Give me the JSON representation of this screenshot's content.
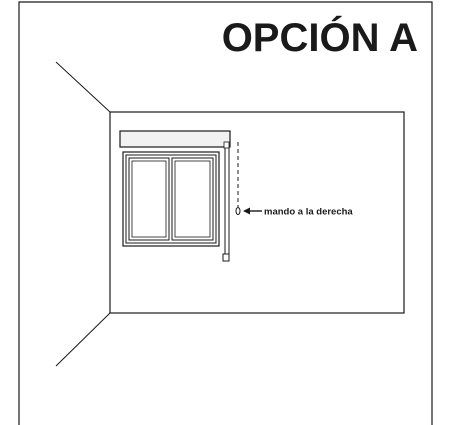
{
  "title": "OPCIÓN A",
  "annotation": {
    "label": "mando a la derecha"
  },
  "colors": {
    "ink": "#1a1a1a",
    "background": "#ffffff",
    "box_fill": "#f2f2f2"
  },
  "icons": {
    "pull_cord": "dashed-line",
    "weight": "cord-weight",
    "arrow": "arrow-left"
  }
}
